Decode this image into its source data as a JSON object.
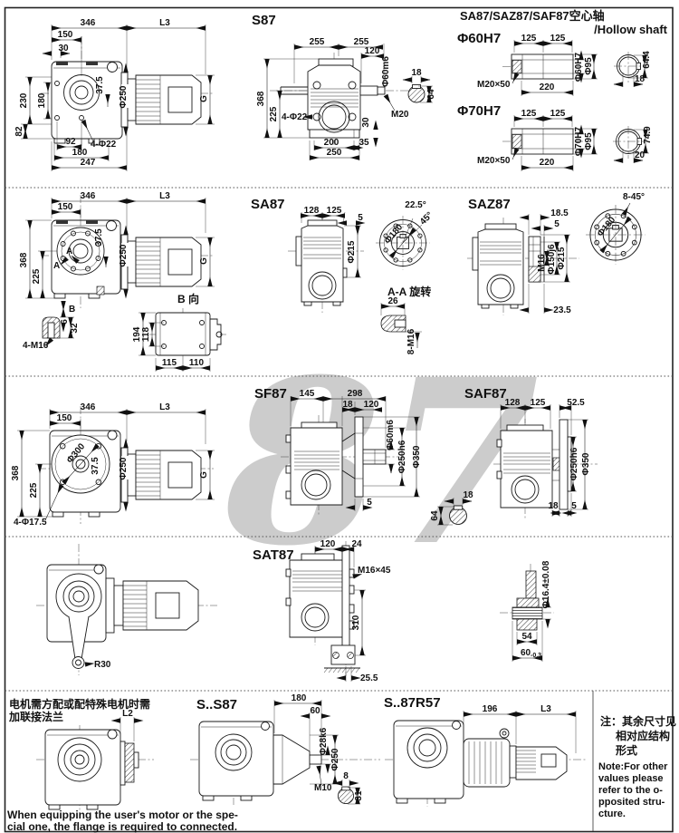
{
  "wm": "87",
  "p1": {
    "d": [
      "346",
      "L3",
      "150",
      "30",
      "230",
      "180",
      "82",
      "37.5",
      "Φ250",
      "G",
      "92",
      "4-Φ22",
      "180",
      "247"
    ]
  },
  "p2": {
    "title": "S87",
    "d": [
      "255",
      "255",
      "120",
      "Φ60m6",
      "M20",
      "368",
      "225",
      "4-Φ22",
      "30",
      "200",
      "35",
      "250",
      "18",
      "64"
    ]
  },
  "p3": {
    "title_cn": "SA87/SAZ87/SAF87空心轴",
    "title_en": "/Hollow shaft",
    "s60": {
      "label": "Φ60H7",
      "d": [
        "125",
        "125",
        "M20×50",
        "220",
        "Φ60H7",
        "Φ95",
        "64.4",
        "18"
      ]
    },
    "s70": {
      "label": "Φ70H7",
      "d": [
        "125",
        "125",
        "M20×50",
        "220",
        "Φ70H7",
        "Φ95",
        "74.9",
        "20"
      ]
    }
  },
  "p4": {
    "d": [
      "346",
      "L3",
      "150",
      "368",
      "225",
      "37.5",
      "Φ250",
      "G",
      "A",
      "A",
      "B"
    ],
    "bview": {
      "title": "B 向",
      "d": [
        "194",
        "118",
        "115",
        "110"
      ]
    },
    "lug": {
      "d": [
        "6",
        "32",
        "4-M16"
      ]
    }
  },
  "p5": {
    "title": "SA87",
    "d": [
      "128",
      "125",
      "5",
      "Φ215",
      "22.5°",
      "45°",
      "Φ180"
    ],
    "aa": {
      "title": "A-A 旋转",
      "d": [
        "26",
        "8-M16"
      ]
    }
  },
  "p6": {
    "title": "SAZ87",
    "d": [
      "18.5",
      "5",
      "M16",
      "Φ150j6",
      "Φ215",
      "23.5",
      "8-45°",
      "Φ180"
    ]
  },
  "p7": {
    "d": [
      "346",
      "L3",
      "150",
      "368",
      "225",
      "Φ300",
      "37.5",
      "Φ250",
      "G",
      "4-Φ17.5"
    ]
  },
  "p8": {
    "title": "SF87",
    "d": [
      "145",
      "298",
      "18",
      "120",
      "Φ60m6",
      "Φ250h6",
      "Φ350",
      "5",
      "18",
      "64"
    ]
  },
  "p9": {
    "title": "SAF87",
    "d": [
      "128",
      "125",
      "52.5",
      "Φ250h6",
      "Φ350",
      "18",
      "5"
    ]
  },
  "p10": {
    "d": [
      "R30"
    ]
  },
  "p11": {
    "title": "SAT87",
    "d": [
      "120",
      "24",
      "M16×45",
      "310",
      "25.5"
    ]
  },
  "p12": {
    "d": [
      "Φ16.4±0.08",
      "54",
      "60",
      "-0.3"
    ]
  },
  "p13": {
    "cn1": "电机需方配或配特殊电机时需",
    "cn2": "加联接法兰",
    "d": [
      "L2"
    ]
  },
  "p14": {
    "title": "S..S87",
    "d": [
      "180",
      "60",
      "Φ28k6",
      "Φ250",
      "M10",
      "8",
      "31"
    ]
  },
  "p15": {
    "title": "S..87R57",
    "d": [
      "196",
      "L3"
    ]
  },
  "note": {
    "cn": [
      "注：其余尺寸见",
      "相对应结构",
      "形式"
    ],
    "en": [
      "Note:For other",
      "values please",
      "refer to the o-",
      "pposited stru-",
      "cture."
    ]
  },
  "footer": [
    "When equipping the user's motor or the spe-",
    "cial one, the flange is required to connected."
  ]
}
